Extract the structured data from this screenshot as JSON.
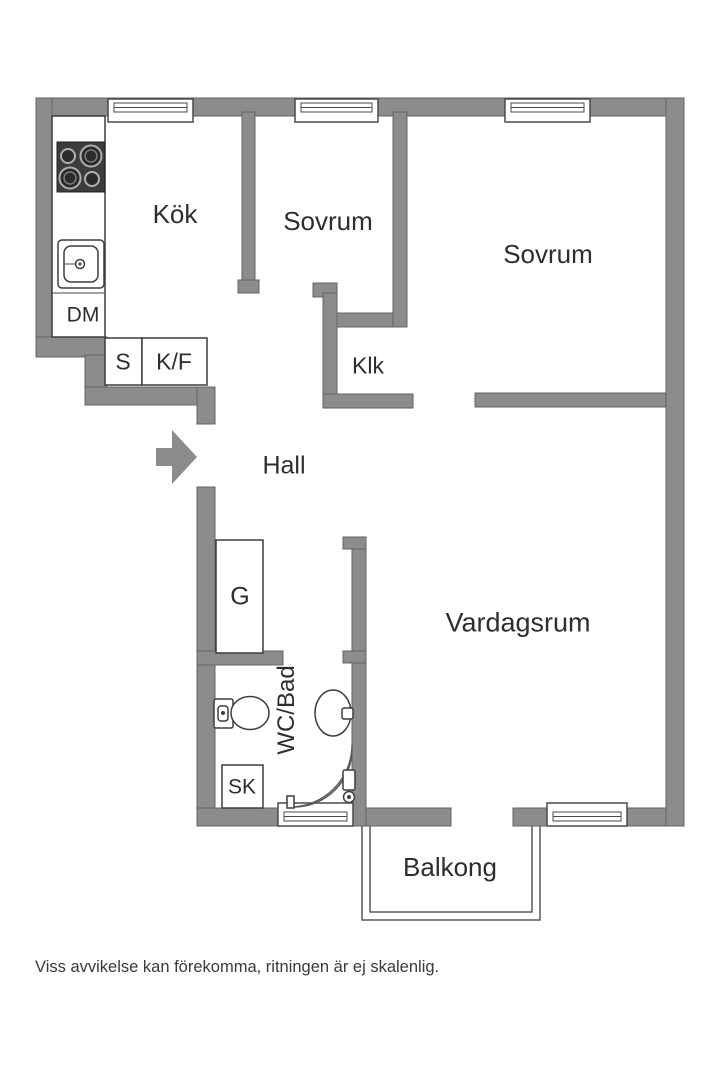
{
  "title": "Apartment floor plan",
  "colors": {
    "wall": "#8c8c8c",
    "line": "#555555",
    "text": "#2d2d2d"
  },
  "rooms": {
    "kok": "Kök",
    "sovrum_mid": "Sovrum",
    "sovrum_right": "Sovrum",
    "klk": "Klk",
    "hall": "Hall",
    "vardagsrum": "Vardagsrum",
    "wc_bad": "WC/Bad",
    "balkong": "Balkong"
  },
  "fixtures": {
    "dm": "DM",
    "s": "S",
    "kf": "K/F",
    "g": "G",
    "sk": "SK"
  },
  "footer": {
    "disclaimer": "Viss avvikelse kan förekomma, ritningen är ej skalenlig."
  }
}
